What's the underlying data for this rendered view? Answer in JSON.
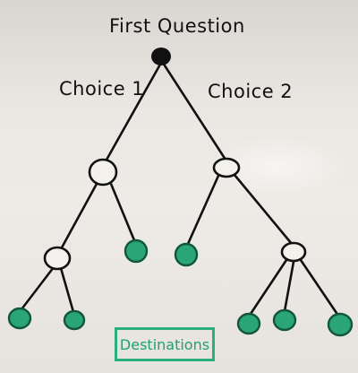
{
  "diagram": {
    "title": "First Question",
    "choice_left": "Choice 1",
    "choice_right": "Choice 2",
    "legend_label": "Destinations",
    "colors": {
      "ink": "#111111",
      "destination_fill": "#2aa578",
      "destination_dark": "#12553c",
      "legend": "#2bb07a",
      "board": "#ebe8e3"
    }
  }
}
